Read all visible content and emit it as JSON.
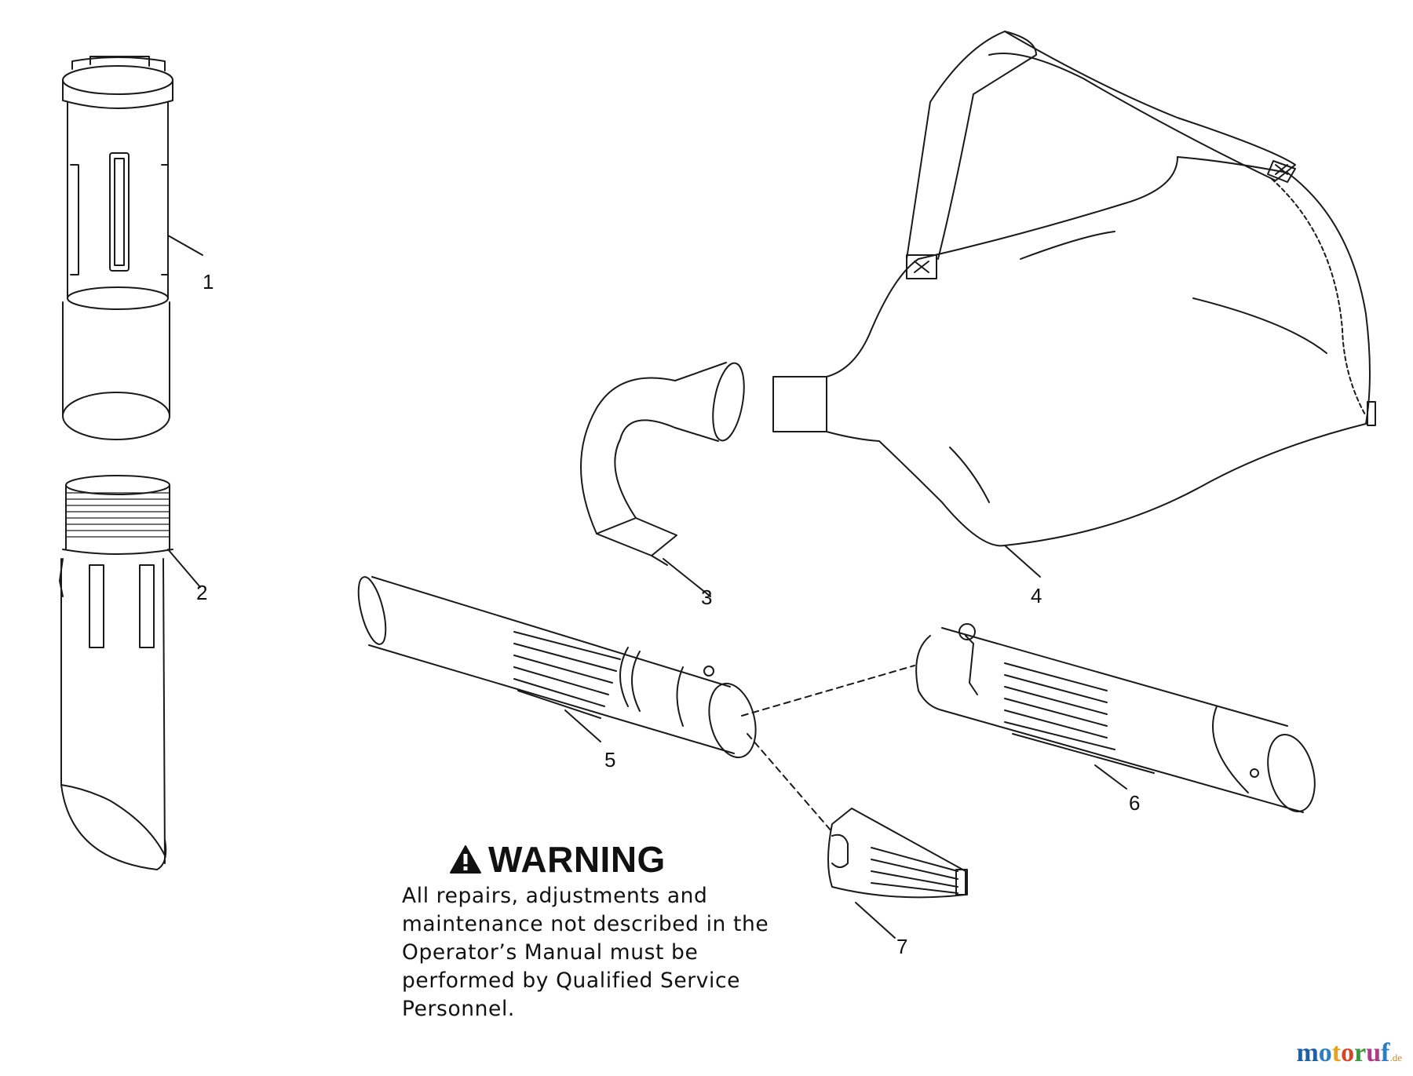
{
  "callouts": [
    "1",
    "2",
    "3",
    "4",
    "5",
    "6",
    "7"
  ],
  "warning": {
    "title": "WARNING",
    "text": "All repairs, adjustments and maintenance not described in the Operator’s Manual must be performed by Qualified Service Personnel."
  },
  "watermark": {
    "letters": [
      "m",
      "o",
      "t",
      "o",
      "r",
      "u",
      "f"
    ],
    "suffix": ".de",
    "colors": [
      "#1f5fa8",
      "#2b7fc0",
      "#e8a020",
      "#d2462a",
      "#3a9a3a",
      "#b03a8a",
      "#2b7fc0"
    ]
  },
  "colors": {
    "line": "#1a1a1a",
    "background": "#ffffff"
  }
}
